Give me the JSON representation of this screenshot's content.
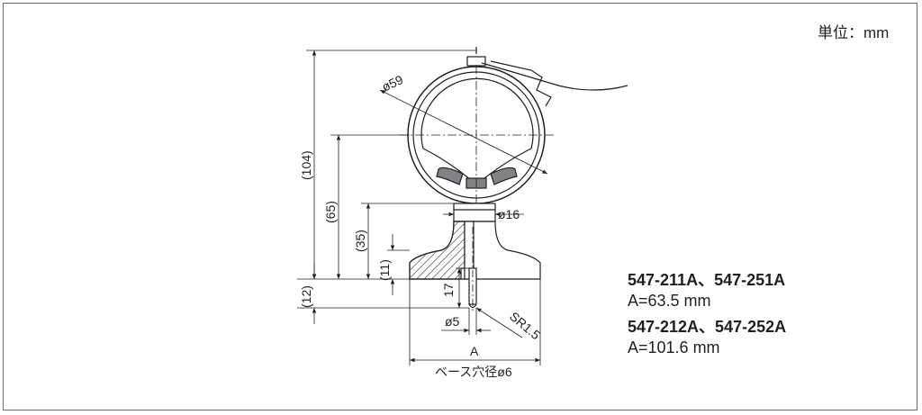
{
  "unit_label": "単位：mm",
  "models": [
    {
      "codes": "547-211A、547-251A",
      "spec": "A=63.5 mm"
    },
    {
      "codes": "547-212A、547-252A",
      "spec": "A=101.6 mm"
    }
  ],
  "dimensions": {
    "dial_diameter": "ø59",
    "overall_height": "(104)",
    "dial_center_height": "(65)",
    "stem_top_height": "(35)",
    "base_height": "(11)",
    "rod_below_base": "(12)",
    "stem_diameter": "ø16",
    "rod_length": "17",
    "rod_diameter": "ø5",
    "tip_radius": "SR1.5",
    "base_width": "A",
    "base_hole": "ベース穴径ø6"
  },
  "colors": {
    "line": "#231f20",
    "dial_fill": "#e6e7e8",
    "hatch": "#231f20",
    "border": "#6d6e71"
  }
}
